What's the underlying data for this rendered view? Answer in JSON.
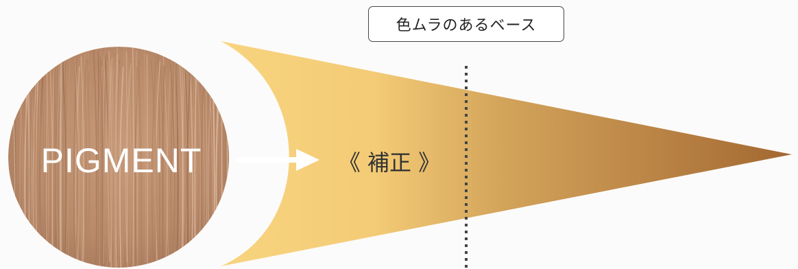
{
  "labels": {
    "base_label": "色ムラのあるベース",
    "pigment": "PIGMENT",
    "correction": "《 補正 》"
  },
  "colors": {
    "background": "#fcfbfb",
    "pigment_circle": "#b88a6b",
    "cone_start": "#f7d27e",
    "cone_end": "#a46a33",
    "arrow": "#ffffff",
    "divider": "#444444",
    "text_light": "#ffffff",
    "text_dark": "#333333"
  }
}
